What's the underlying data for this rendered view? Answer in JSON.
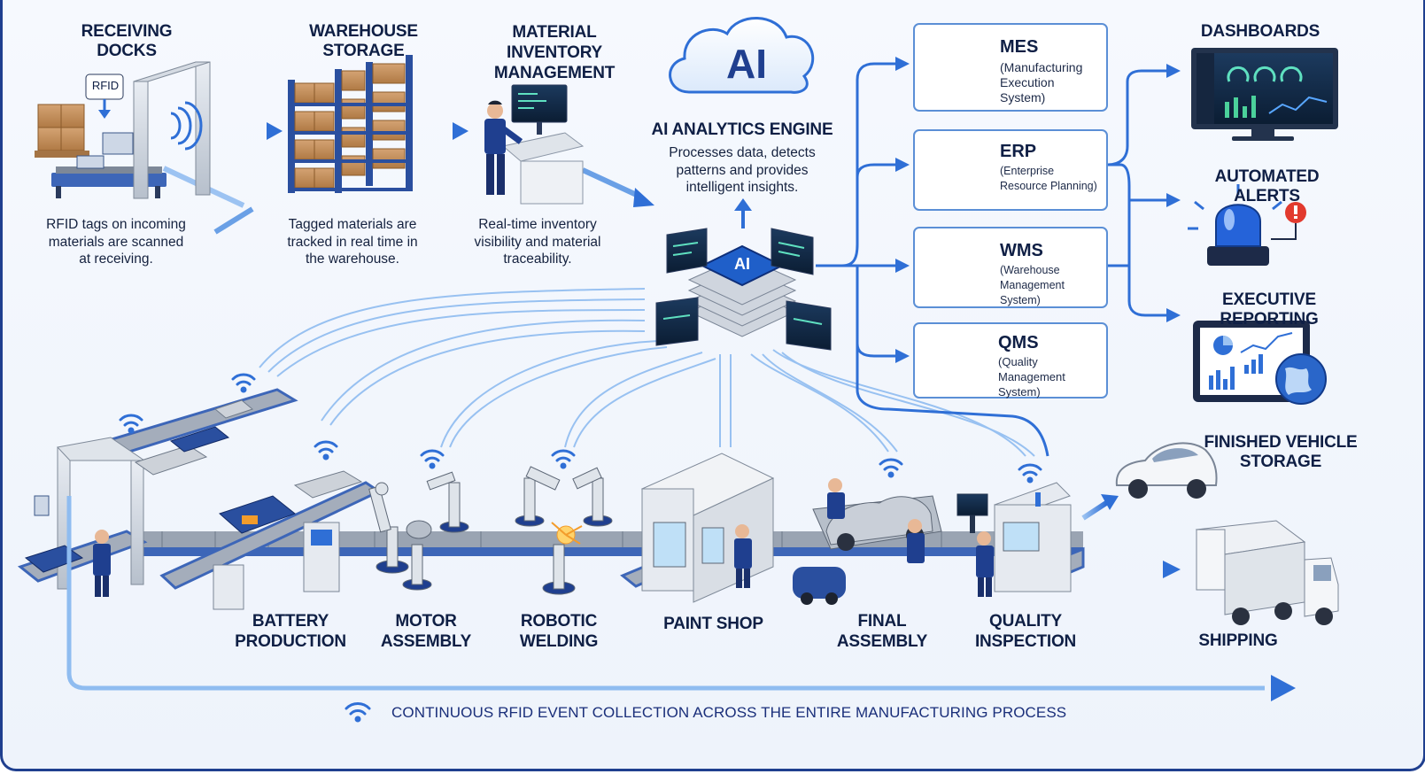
{
  "stages_top": [
    {
      "title": "RECEIVING DOCKS",
      "desc": "RFID tags on incoming materials are scanned at receiving."
    },
    {
      "title": "WAREHOUSE STORAGE",
      "desc": "Tagged materials are tracked in real time in the warehouse."
    },
    {
      "title": "MATERIAL INVENTORY MANAGEMENT",
      "desc": "Real-time inventory visibility and material traceability."
    }
  ],
  "rfid_tag": "RFID",
  "ai_engine": {
    "cloud_text": "AI",
    "title": "AI ANALYTICS ENGINE",
    "desc": "Processes data, detects patterns and provides intelligent insights.",
    "chip_text": "AI"
  },
  "systems": [
    {
      "name": "MES",
      "full": "(Manufacturing Execution System)"
    },
    {
      "name": "ERP",
      "full": "(Enterprise Resource Planning)"
    },
    {
      "name": "WMS",
      "full": "(Warehouse Management System)"
    },
    {
      "name": "QMS",
      "full": "(Quality Management System)"
    }
  ],
  "outputs": [
    "DASHBOARDS",
    "AUTOMATED ALERTS",
    "EXECUTIVE REPORTING"
  ],
  "line_stages": [
    "BATTERY PRODUCTION",
    "MOTOR ASSEMBLY",
    "ROBOTIC WELDING",
    "PAINT SHOP",
    "FINAL ASSEMBLY",
    "QUALITY INSPECTION"
  ],
  "logistics": [
    "FINISHED VEHICLE STORAGE",
    "SHIPPING"
  ],
  "footer": "CONTINUOUS RFID EVENT COLLECTION ACROSS THE ENTIRE MANUFACTURING PROCESS",
  "colors": {
    "accent": "#2f6fd6",
    "dark_blue": "#1f3f8f",
    "text": "#0f1f45",
    "frame_bg": "#f2f6fc"
  },
  "icons": [
    "wifi-icon",
    "arrow-icon",
    "cloud-icon",
    "server-icon",
    "monitor-icon",
    "alert-beacon-icon",
    "globe-icon",
    "car-icon",
    "truck-icon"
  ]
}
